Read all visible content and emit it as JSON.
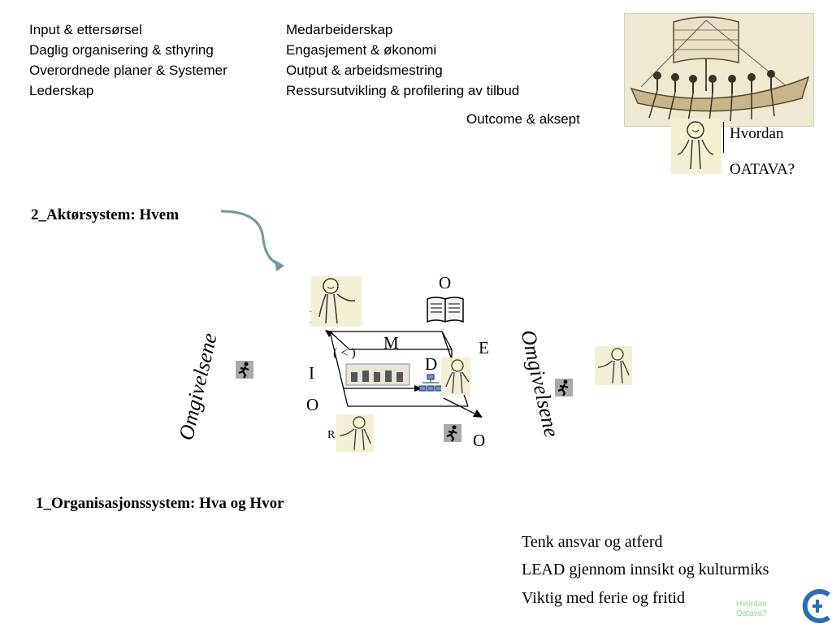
{
  "top_left_list": [
    "Input & ettersørsel",
    "Daglig organisering & sthyring",
    "Overordnede  planer & Systemer",
    "Lederskap"
  ],
  "top_mid_list": [
    "Medarbeiderskap",
    "Engasjement & økonomi",
    "Output & arbeidsmestring",
    "Ressursutvikling & profilering av tilbud"
  ],
  "outcome": "Outcome & aksept",
  "right_labels": {
    "hvordan": "Hvordan",
    "oatava": "OATAVA?"
  },
  "heading_actor": "2_Aktørsystem: Hvem",
  "heading_org": "1_Organisasjonssystem: Hva og Hvor",
  "box_letters": {
    "o_top": "O",
    "l": "L",
    "m": "M",
    "e": "E",
    "paren": "( < )",
    "d": "D",
    "i": "I",
    "o_left": "O",
    "r": "R",
    "o_bottom": "O"
  },
  "side_text": "Omgivelsene",
  "bottom_list": [
    "Tenk ansvar og atferd",
    "LEAD gjennom innsikt og kulturmiks",
    "Viktig med ferie og fritid"
  ],
  "logo_text": [
    "Hvordan",
    "Oatava?"
  ],
  "colors": {
    "arrow": "#6c9a9c",
    "logo_green": "#8ed88e",
    "logo_blue": "#2a6fb5",
    "figure_bg": "#f3f0d6"
  }
}
